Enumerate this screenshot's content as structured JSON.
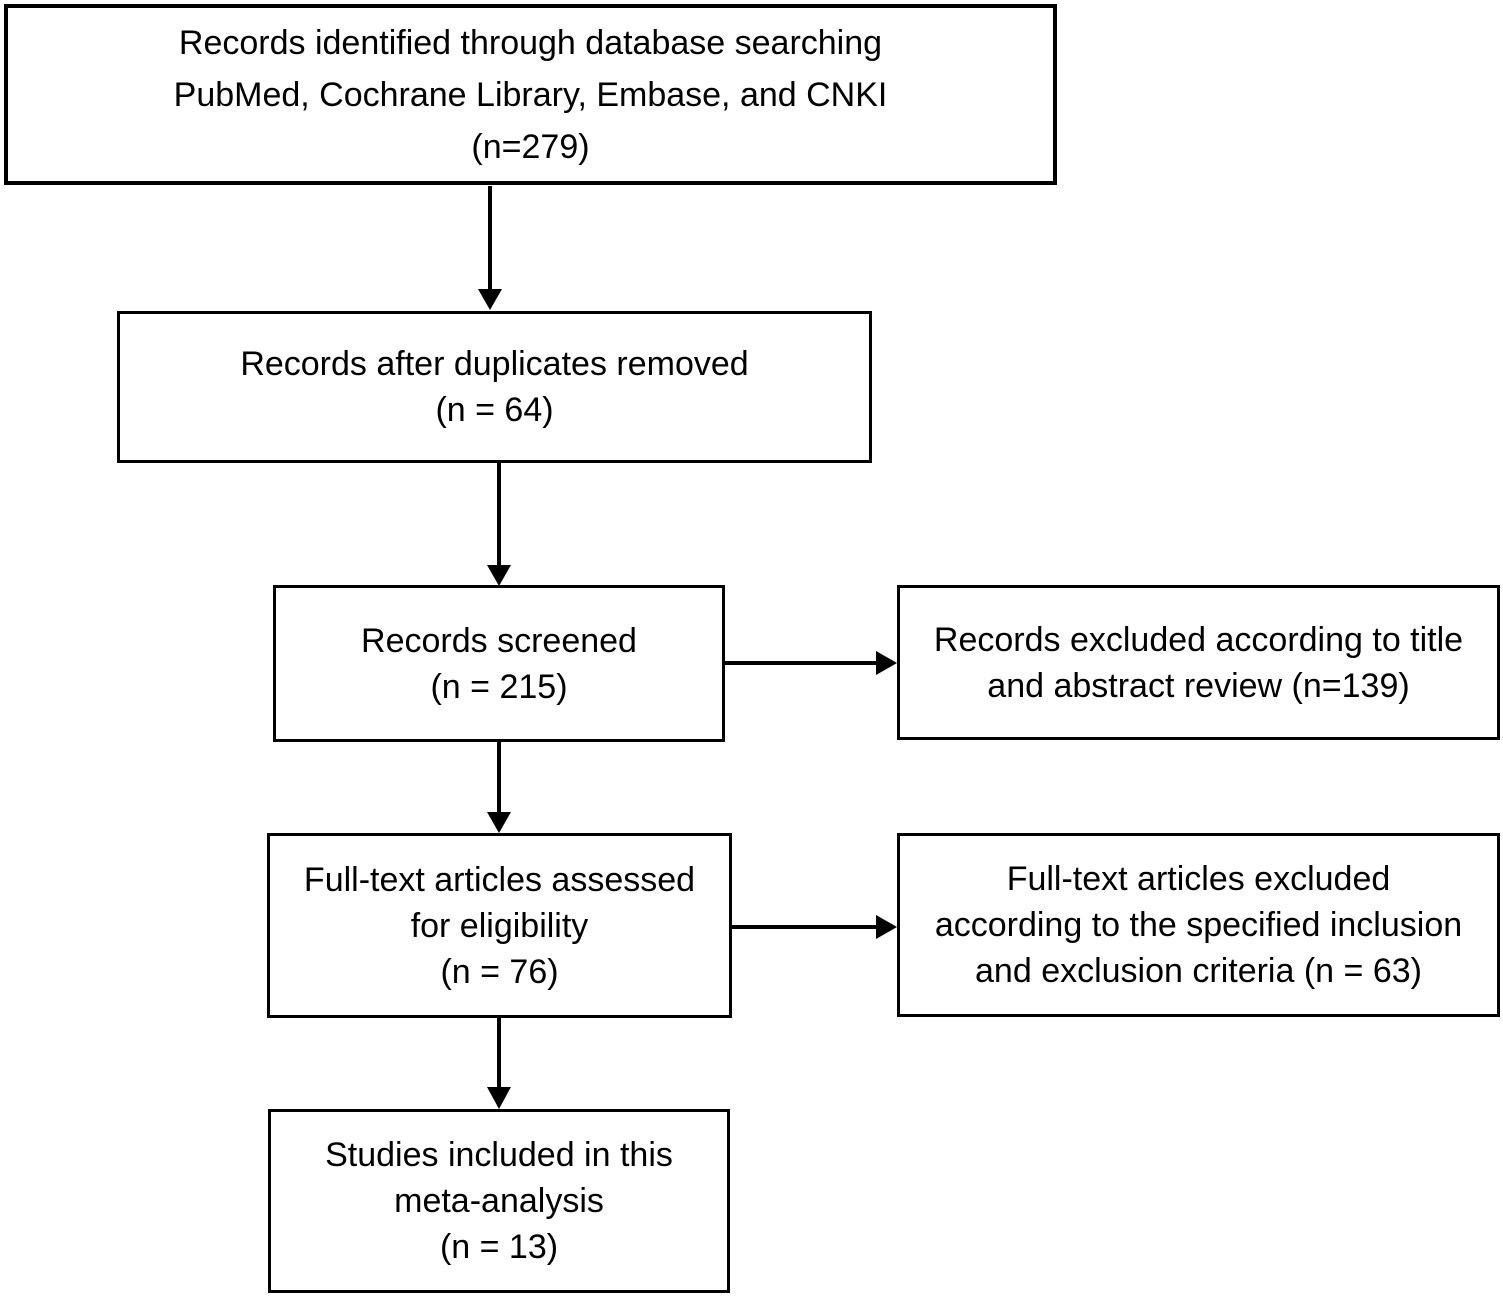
{
  "diagram": {
    "kind": "study-selection-flowchart",
    "colors": {
      "background": "#ffffff",
      "box_fill": "#ffffff",
      "box_border": "#000000",
      "text": "#000000",
      "arrow": "#000000"
    },
    "boxes": {
      "identification": {
        "lines": [
          "Records identified through database searching",
          "PubMed, Cochrane Library, Embase, and CNKI",
          "(n=279)"
        ],
        "n": 279
      },
      "deduplicated": {
        "lines": [
          "Records after duplicates removed",
          "(n = 64)"
        ],
        "n": 64
      },
      "screened": {
        "lines": [
          "Records screened",
          "(n = 215)"
        ],
        "n": 215
      },
      "excluded_title_abstract": {
        "lines": [
          "Records excluded according to title",
          "and abstract review (n=139)"
        ],
        "n": 139
      },
      "fulltext_assessed": {
        "lines": [
          "Full-text articles assessed",
          "for eligibility",
          "(n = 76)"
        ],
        "n": 76
      },
      "fulltext_excluded": {
        "lines": [
          "Full-text articles excluded",
          "according to the specified inclusion",
          "and exclusion criteria (n = 63)"
        ],
        "n": 63
      },
      "included": {
        "lines": [
          "Studies included in this",
          "meta-analysis",
          "(n = 13)"
        ],
        "n": 13
      }
    },
    "edges": [
      {
        "from": "identification",
        "to": "deduplicated",
        "direction": "down"
      },
      {
        "from": "deduplicated",
        "to": "screened",
        "direction": "down"
      },
      {
        "from": "screened",
        "to": "excluded_title_abstract",
        "direction": "right"
      },
      {
        "from": "screened",
        "to": "fulltext_assessed",
        "direction": "down"
      },
      {
        "from": "fulltext_assessed",
        "to": "fulltext_excluded",
        "direction": "right"
      },
      {
        "from": "fulltext_assessed",
        "to": "included",
        "direction": "down"
      }
    ]
  }
}
